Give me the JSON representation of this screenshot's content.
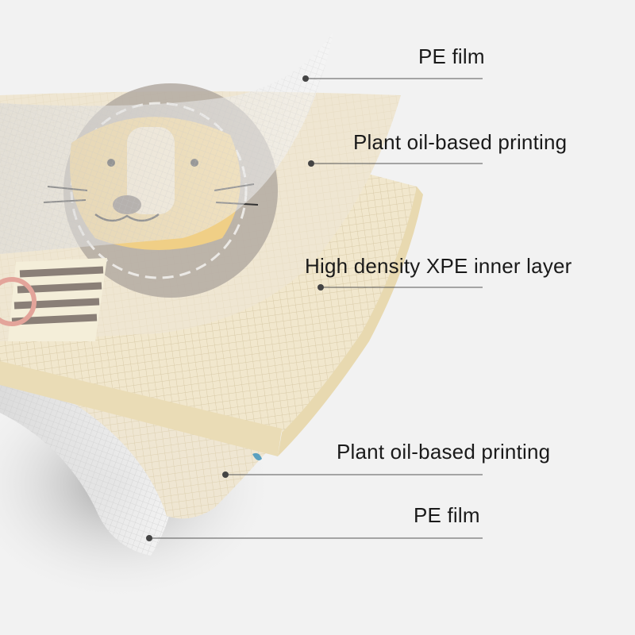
{
  "callouts": [
    {
      "label": "PE film",
      "layer": "top-film"
    },
    {
      "label": "Plant oil-based printing",
      "layer": "top-print"
    },
    {
      "label": "High density XPE inner layer",
      "layer": "foam-core"
    },
    {
      "label": "Plant oil-based printing",
      "layer": "bottom-print"
    },
    {
      "label": "PE film",
      "layer": "bottom-film"
    }
  ],
  "colors": {
    "background": "#f2f2f2",
    "foam": "#f1e7cd",
    "foam_edge": "#eadcb6",
    "print_sheet": "#efe6d2",
    "film": "#e9e9e9",
    "lion_mane": "#a59a92",
    "lion_face": "#f0cf86",
    "leader_line": "#555555",
    "dot": "#444444"
  }
}
